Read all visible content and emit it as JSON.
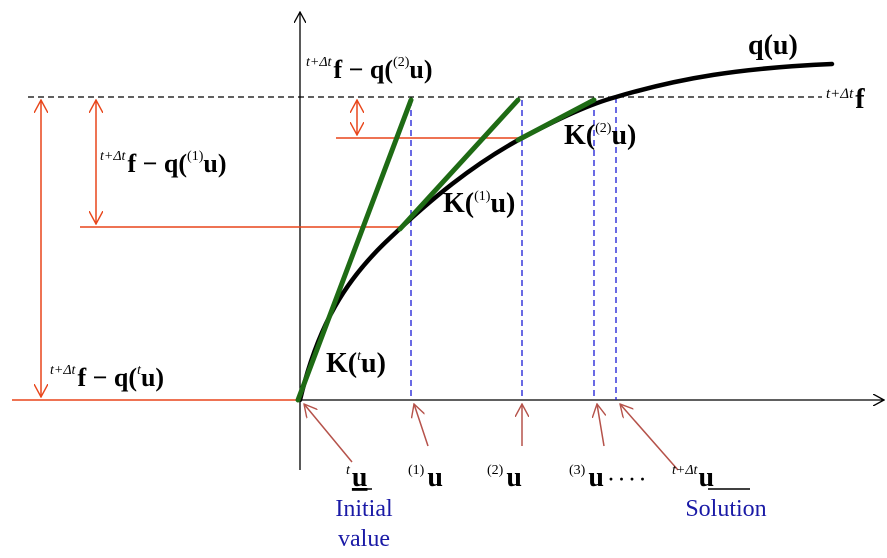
{
  "labels": {
    "curve_name": "q(u)",
    "target_sup": "t+Δt",
    "target": "f",
    "res0_sup": "t+Δt",
    "res0": "f − q(",
    "res0_iter": "t",
    "res0_vec": "u)",
    "res1_sup": "t+Δt",
    "res1": "f − q(",
    "res1_iter": "(1)",
    "res1_vec": "u)",
    "res2_sup": "t+Δt",
    "res2": "f − q(",
    "res2_iter": "(2)",
    "res2_vec": "u)",
    "k0": "K(",
    "k0_iter": "t",
    "k0_vec": "u)",
    "k1": "K(",
    "k1_iter": "(1)",
    "k1_vec": "u)",
    "k2": "K(",
    "k2_iter": "(2)",
    "k2_vec": "u)",
    "x0_iter": "t",
    "x1_iter": "(1)",
    "x2_iter": "(2)",
    "x3_iter": "(3)",
    "x_dots": "· · · ·",
    "xs_sup": "t+Δt",
    "vec_u": "u",
    "initial_line1": "Initial",
    "initial_line2": "value",
    "solution": "Solution"
  },
  "colors": {
    "curve": "#000000",
    "tangent": "#1e6b14",
    "residual": "#e8451a",
    "iterate": "#1a1ad6",
    "pointer": "#b5524a",
    "caption": "#1a1aa6"
  }
}
